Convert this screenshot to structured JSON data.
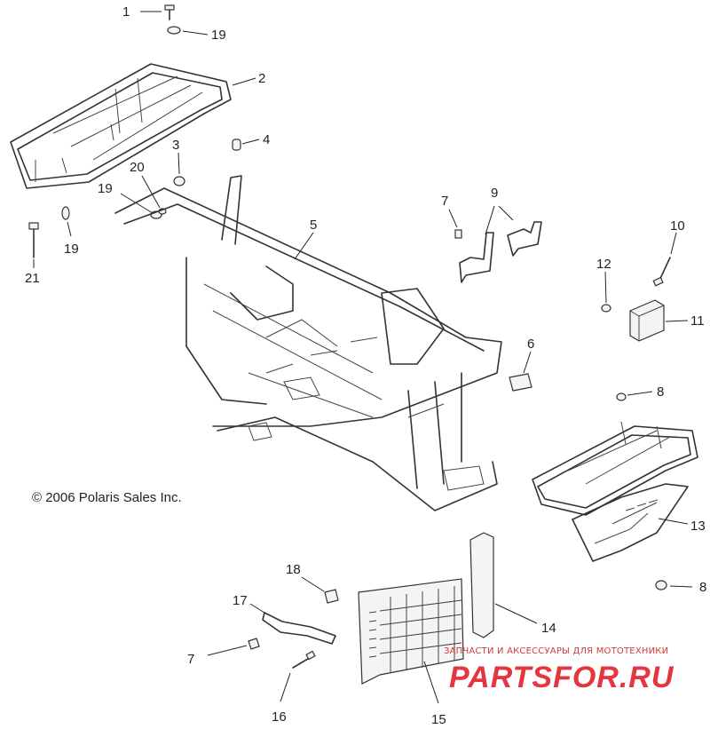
{
  "copyright": "© 2006 Polaris Sales Inc.",
  "watermark": {
    "subtitle": "ЗАПЧАСТИ И АКСЕССУАРЫ ДЛЯ МОТОТЕХНИКИ",
    "logo": "PARTSFOR.RU",
    "color": "#e3262f"
  },
  "callouts": {
    "c1": "1",
    "c2": "2",
    "c3": "3",
    "c4": "4",
    "c5": "5",
    "c6": "6",
    "c7a": "7",
    "c7b": "7",
    "c8a": "8",
    "c8b": "8",
    "c9": "9",
    "c10": "10",
    "c11": "11",
    "c12": "12",
    "c13": "13",
    "c14": "14",
    "c15": "15",
    "c16": "16",
    "c17": "17",
    "c18": "18",
    "c19a": "19",
    "c19b": "19",
    "c19c": "19",
    "c20": "20",
    "c21": "21"
  }
}
